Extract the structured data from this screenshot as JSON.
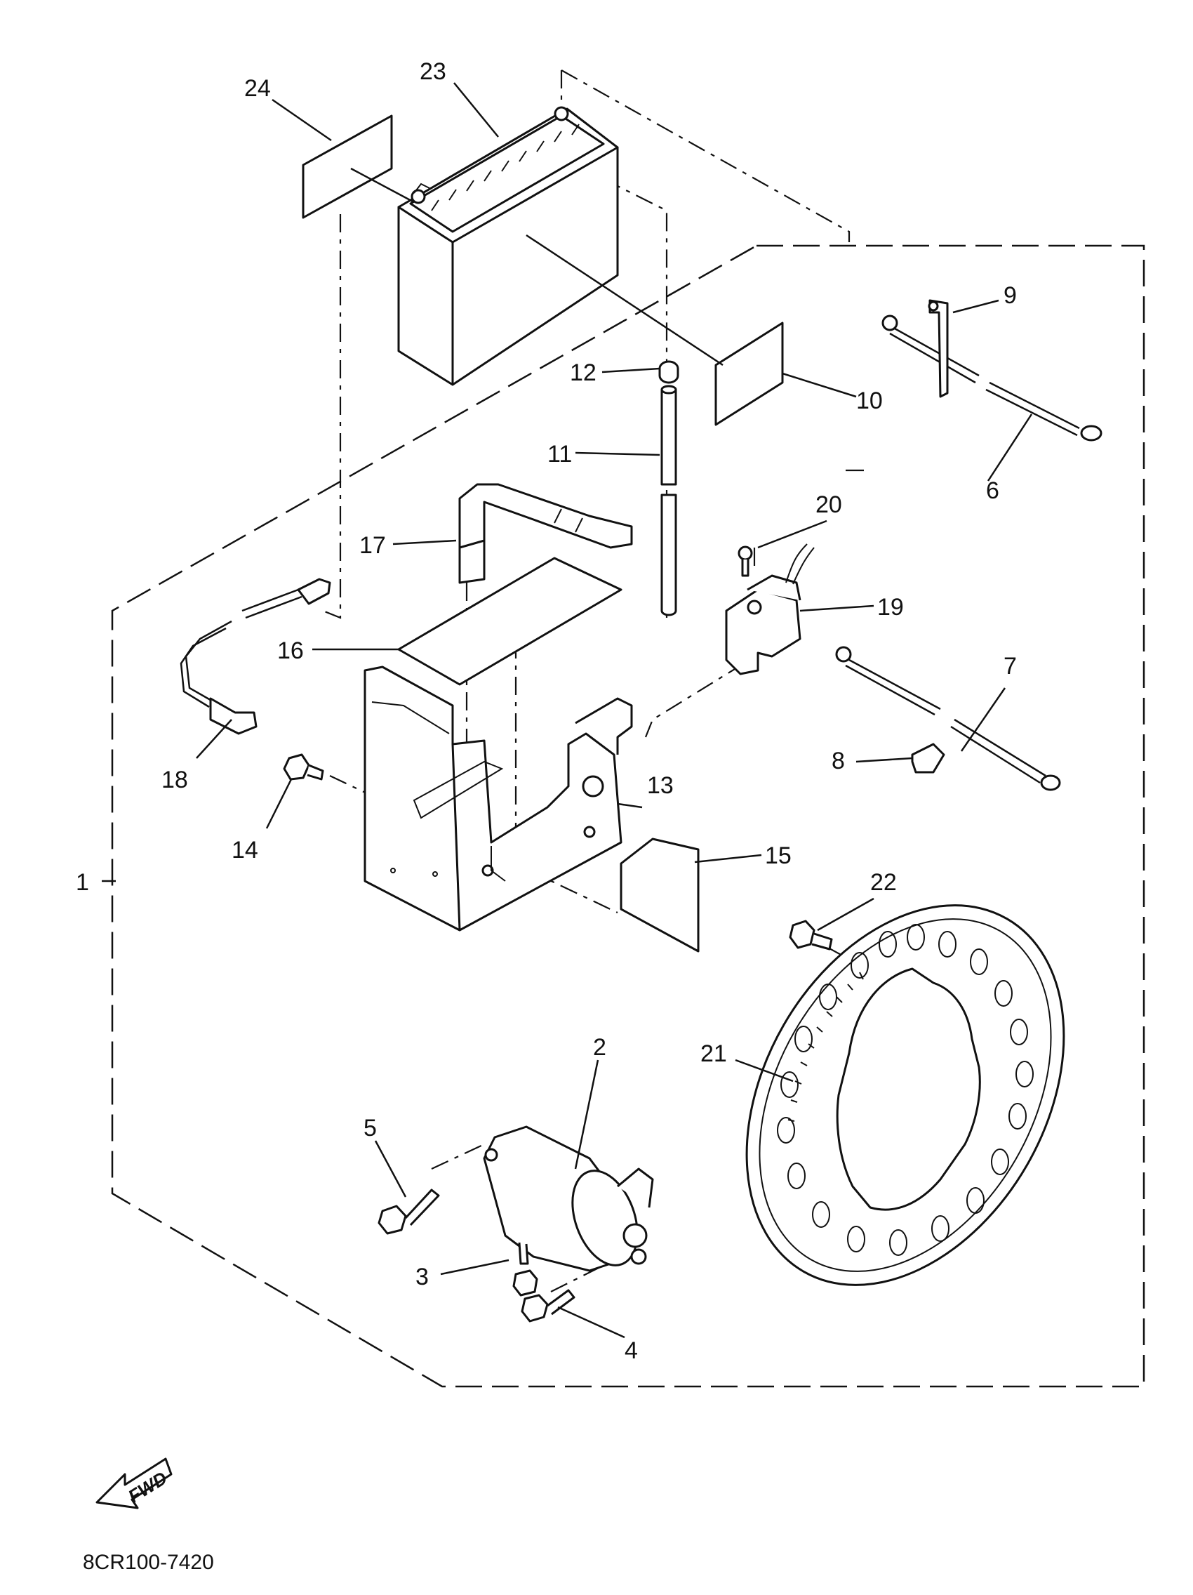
{
  "diagram": {
    "callouts": [
      {
        "id": "1",
        "label": "1"
      },
      {
        "id": "2",
        "label": "2"
      },
      {
        "id": "3",
        "label": "3"
      },
      {
        "id": "4",
        "label": "4"
      },
      {
        "id": "5",
        "label": "5"
      },
      {
        "id": "6",
        "label": "6"
      },
      {
        "id": "7",
        "label": "7"
      },
      {
        "id": "8",
        "label": "8"
      },
      {
        "id": "9",
        "label": "9"
      },
      {
        "id": "10",
        "label": "10"
      },
      {
        "id": "11",
        "label": "11"
      },
      {
        "id": "12",
        "label": "12"
      },
      {
        "id": "13",
        "label": "13"
      },
      {
        "id": "14",
        "label": "14"
      },
      {
        "id": "15",
        "label": "15"
      },
      {
        "id": "16",
        "label": "16"
      },
      {
        "id": "17",
        "label": "17"
      },
      {
        "id": "18",
        "label": "18"
      },
      {
        "id": "19",
        "label": "19"
      },
      {
        "id": "20",
        "label": "20"
      },
      {
        "id": "21",
        "label": "21"
      },
      {
        "id": "22",
        "label": "22"
      },
      {
        "id": "23",
        "label": "23"
      },
      {
        "id": "24",
        "label": "24"
      }
    ],
    "fwd_label": "FWD",
    "drawing_code": "8CR100-7420"
  }
}
